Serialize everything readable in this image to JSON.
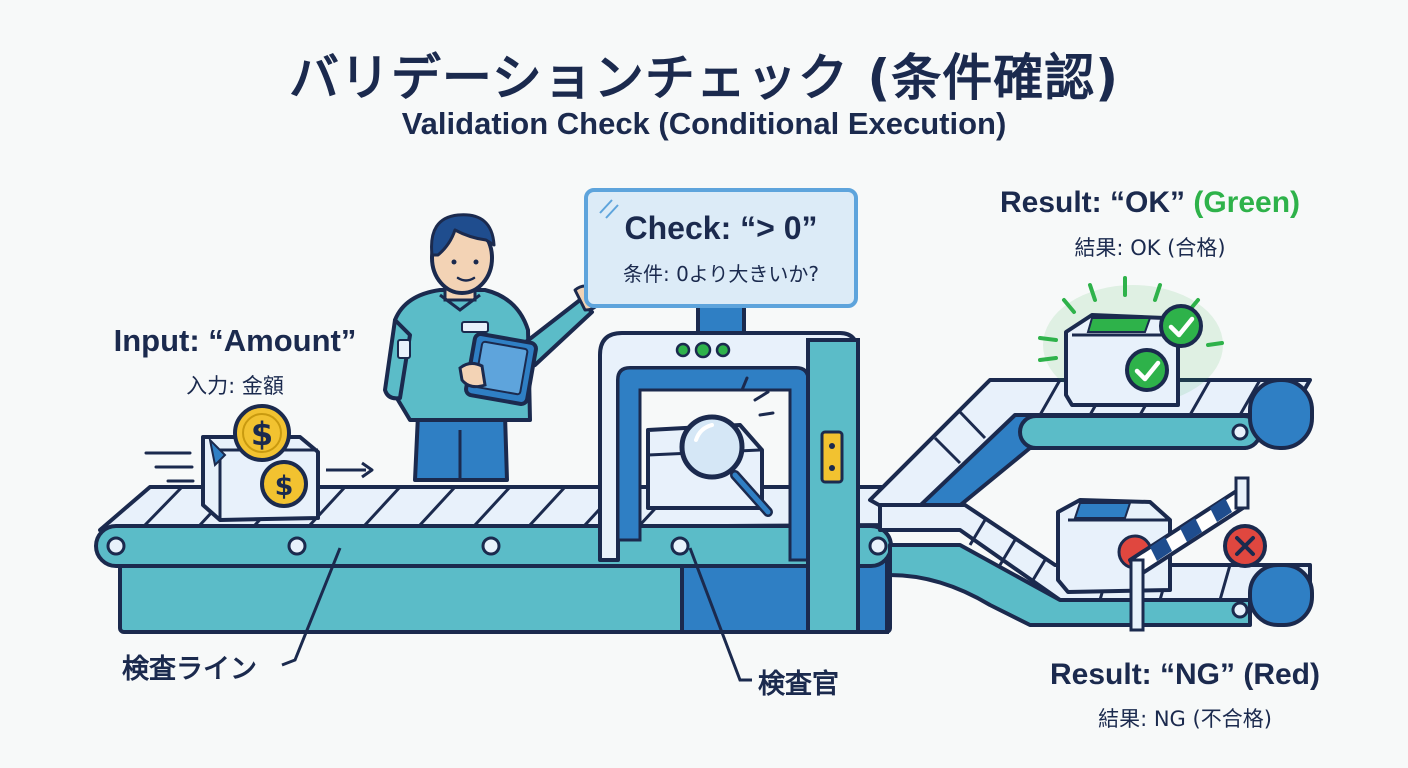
{
  "title": "バリデーションチェック (条件確認)",
  "subtitle": "Validation Check (Conditional Execution)",
  "input": {
    "label_en": "Input: “Amount”",
    "label_jp": "入力: 金額"
  },
  "check": {
    "label_en": "Check: “> 0”",
    "label_jp": "条件: 0より大きいか?"
  },
  "result_ok": {
    "label_prefix": "Result: “OK” ",
    "label_color": "(Green)",
    "label_jp": "結果: OK (合格)"
  },
  "result_ng": {
    "label_en": "Result: “NG” (Red)",
    "label_jp": "結果: NG (不合格)"
  },
  "callouts": {
    "line": "検査ライン",
    "inspector": "検査官"
  },
  "icons": {
    "coin": "$",
    "ok": "check-icon",
    "ng": "x-icon",
    "magnifier": "magnifier-icon"
  },
  "colors": {
    "navy": "#1b2a4e",
    "teal": "#5bbcc8",
    "blue": "#2f7fc4",
    "green": "#2eb24a",
    "red": "#e0473f",
    "gold": "#f2c230"
  }
}
